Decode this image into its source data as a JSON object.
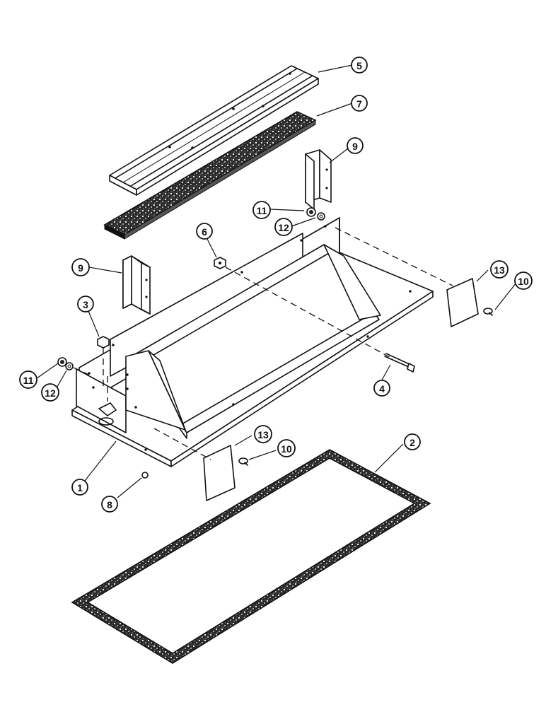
{
  "callouts": [
    {
      "key": "c1",
      "label": "1"
    },
    {
      "key": "c2",
      "label": "2"
    },
    {
      "key": "c3",
      "label": "3"
    },
    {
      "key": "c4",
      "label": "4"
    },
    {
      "key": "c5",
      "label": "5"
    },
    {
      "key": "c6",
      "label": "6"
    },
    {
      "key": "c7",
      "label": "7"
    },
    {
      "key": "c8",
      "label": "8"
    },
    {
      "key": "c9a",
      "label": "9"
    },
    {
      "key": "c9b",
      "label": "9"
    },
    {
      "key": "c10a",
      "label": "10"
    },
    {
      "key": "c10b",
      "label": "10"
    },
    {
      "key": "c11a",
      "label": "11"
    },
    {
      "key": "c11b",
      "label": "11"
    },
    {
      "key": "c12a",
      "label": "12"
    },
    {
      "key": "c12b",
      "label": "12"
    },
    {
      "key": "c13a",
      "label": "13"
    },
    {
      "key": "c13b",
      "label": "13"
    }
  ]
}
